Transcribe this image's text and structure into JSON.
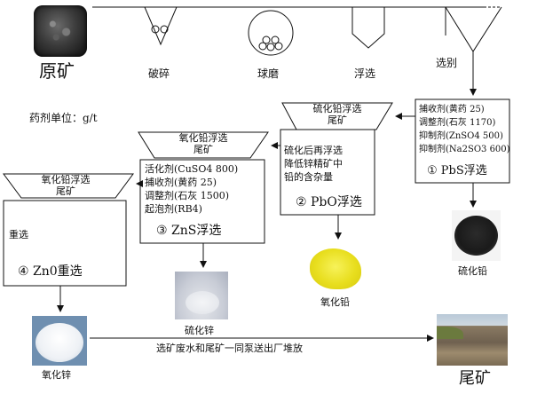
{
  "nodes": {
    "raw_ore": "原矿",
    "crushing": "破碎",
    "ball_mill": "球磨",
    "flotation": "浮选",
    "separation": "选别",
    "unit_note": "药剂单位：g/t",
    "pbs_box": {
      "lines": [
        "捕收剂(黄药 25)",
        "调整剂(石灰 1170)",
        "抑制剂(ZnSO4 500)",
        "抑制剂(Na2SO3 600)"
      ],
      "title": "① PbS浮选"
    },
    "pbs_tail_tank": [
      "硫化铅浮选",
      "尾矿"
    ],
    "pbo_box": {
      "lines": [
        "硫化后再浮选",
        "降低锌精矿中",
        "铅的含杂量"
      ],
      "title": "② PbO浮选"
    },
    "pbo_tail_tank": [
      "氧化铅浮选",
      "尾矿"
    ],
    "zns_box": {
      "lines": [
        "活化剂(CuSO4 800)",
        "捕收剂(黄药 25)",
        "调整剂(石灰 1500)",
        "起泡剂(RB4)"
      ],
      "title": "③ ZnS浮选"
    },
    "zns_tail_tank": [
      "氧化铅浮选",
      "尾矿"
    ],
    "zno_box": {
      "lines": [
        "重选"
      ],
      "title": "④ Zn0重选"
    },
    "product_pbs": "硫化铅",
    "product_pbo": "氧化铅",
    "product_zns": "硫化锌",
    "product_zno": "氧化锌",
    "tailings": "尾矿",
    "bottom_note": "选矿废水和尾矿一同泵送出厂堆放"
  },
  "photos": {
    "raw_ore": "raw-ore-photo",
    "pbs": "lead-sulfide-photo",
    "pbo": "lead-oxide-photo",
    "zns": "zinc-sulfide-photo",
    "zno": "zinc-oxide-photo",
    "tailings": "tailings-photo"
  }
}
